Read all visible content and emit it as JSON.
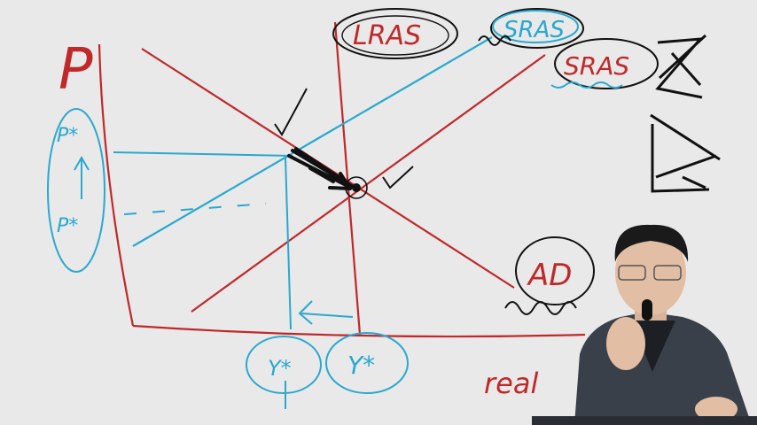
{
  "board": {
    "y_axis_label": "P",
    "x_axis_label": "real",
    "curve_labels": {
      "lras": "LRAS",
      "sras_new": "SRAS",
      "sras_old": "SRAS",
      "ad": "AD"
    },
    "price_labels": {
      "upper": "P*",
      "lower": "P*"
    },
    "output_labels": {
      "left": "Y*",
      "right": "Y*"
    }
  },
  "colors": {
    "board": "#e9e9e9",
    "red_marker": "#c0282a",
    "blue_marker": "#2aa8d0",
    "black_marker": "#111111",
    "suit": "#3a4049"
  }
}
